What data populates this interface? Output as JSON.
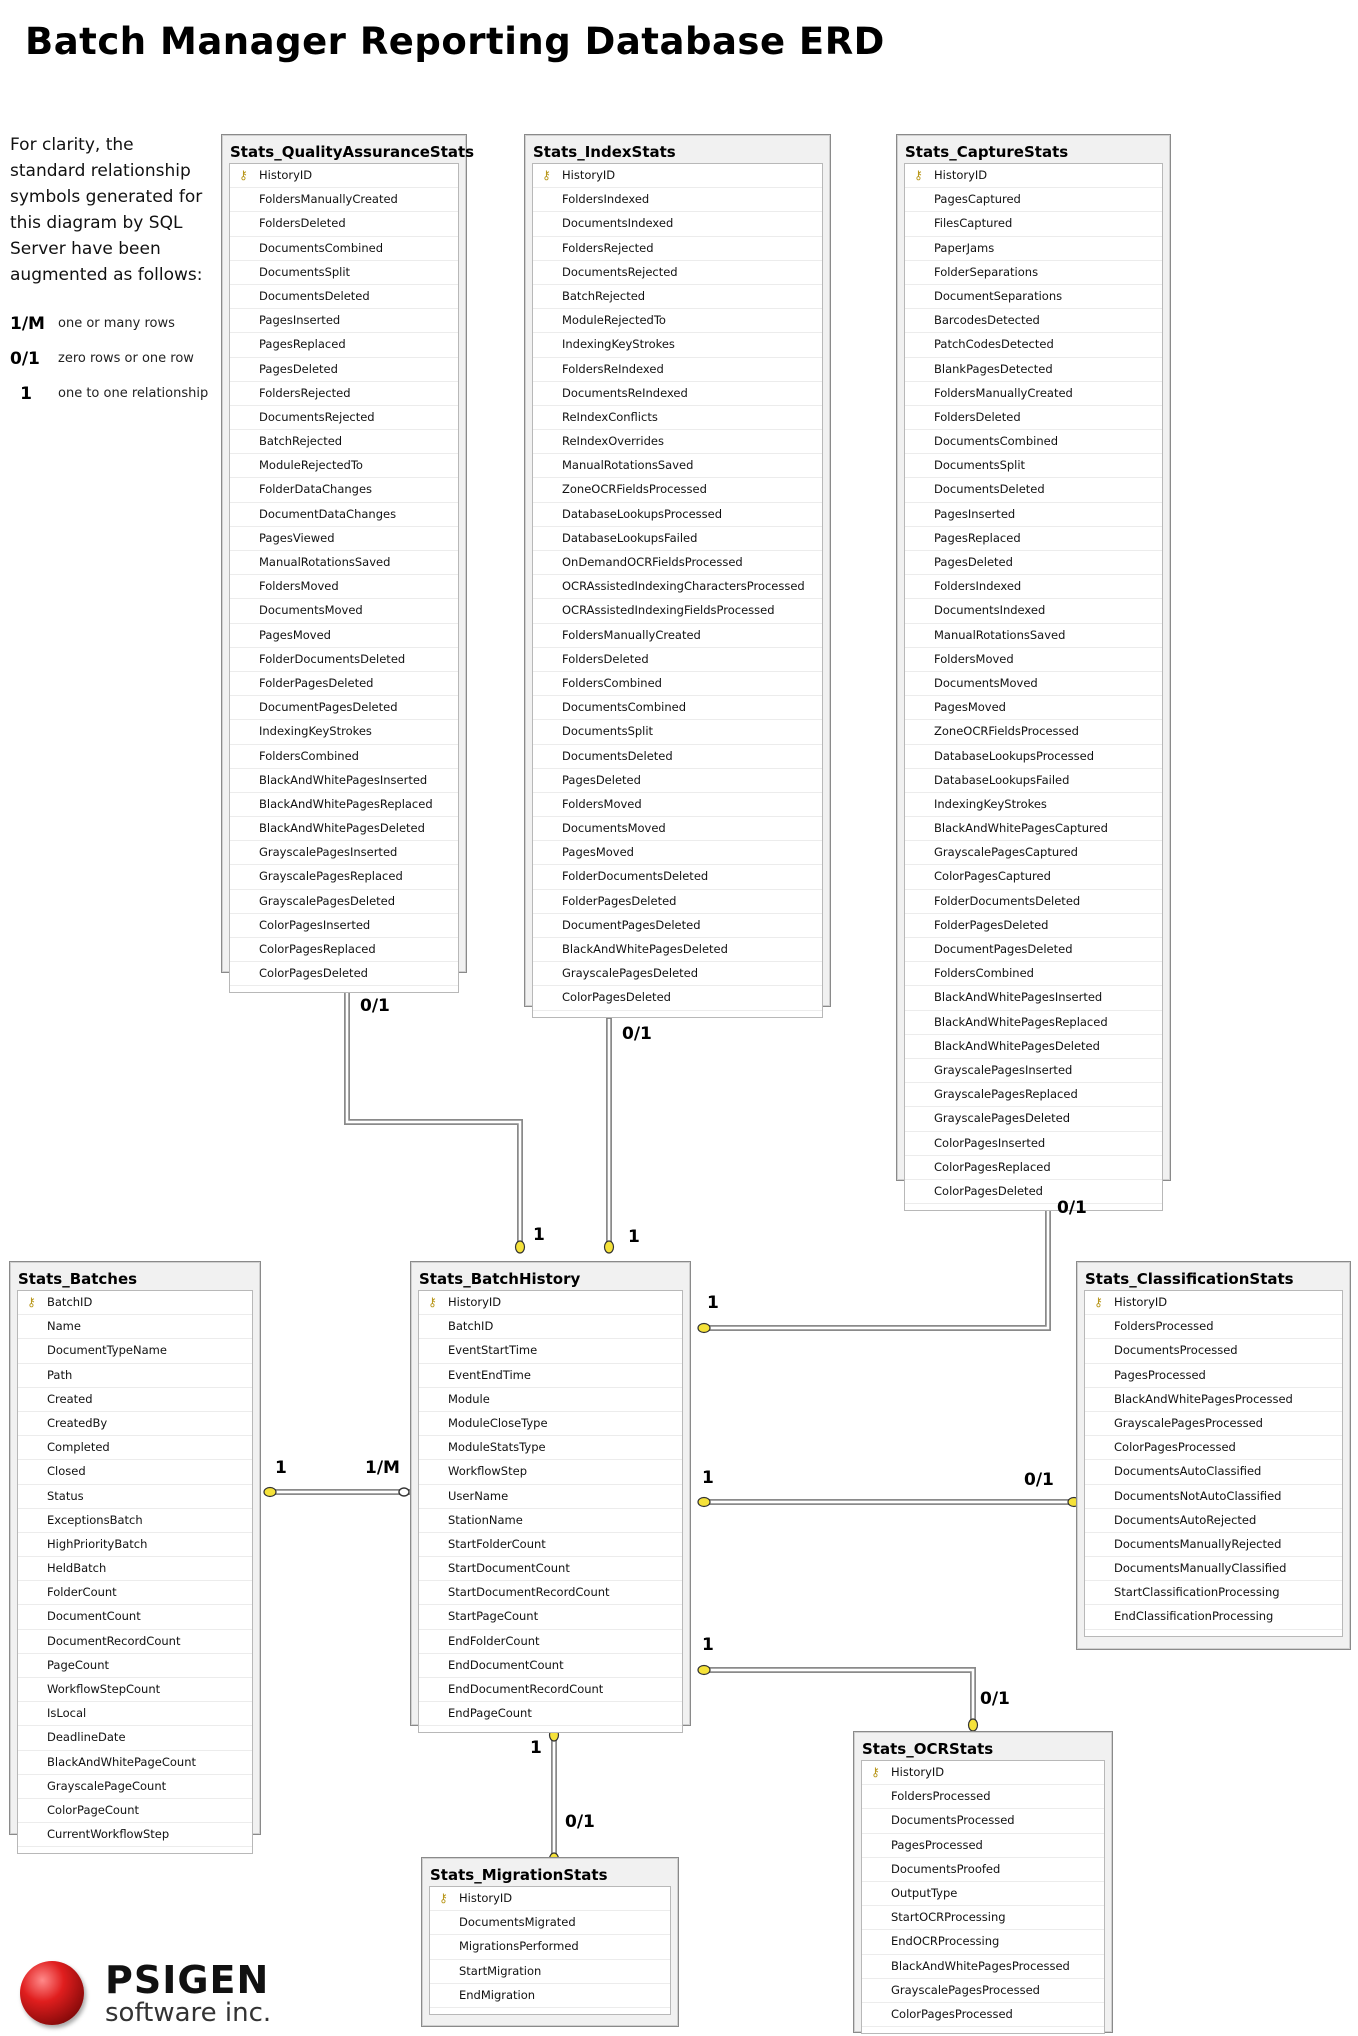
{
  "title": "Batch Manager Reporting Database ERD",
  "legend": {
    "intro": "For clarity, the standard relationship symbols generated for this diagram by SQL Server have been augmented as follows:",
    "items": [
      {
        "symbol": "1/M",
        "description": "one or many rows"
      },
      {
        "symbol": "0/1",
        "description": "zero rows or one row"
      },
      {
        "symbol": "1",
        "description": "one to one relationship"
      }
    ]
  },
  "tables": [
    {
      "id": "qa",
      "name": "Stats_QualityAssuranceStats",
      "columns": [
        "HistoryID",
        "FoldersManuallyCreated",
        "FoldersDeleted",
        "DocumentsCombined",
        "DocumentsSplit",
        "DocumentsDeleted",
        "PagesInserted",
        "PagesReplaced",
        "PagesDeleted",
        "FoldersRejected",
        "DocumentsRejected",
        "BatchRejected",
        "ModuleRejectedTo",
        "FolderDataChanges",
        "DocumentDataChanges",
        "PagesViewed",
        "ManualRotationsSaved",
        "FoldersMoved",
        "DocumentsMoved",
        "PagesMoved",
        "FolderDocumentsDeleted",
        "FolderPagesDeleted",
        "DocumentPagesDeleted",
        "IndexingKeyStrokes",
        "FoldersCombined",
        "BlackAndWhitePagesInserted",
        "BlackAndWhitePagesReplaced",
        "BlackAndWhitePagesDeleted",
        "GrayscalePagesInserted",
        "GrayscalePagesReplaced",
        "GrayscalePagesDeleted",
        "ColorPagesInserted",
        "ColorPagesReplaced",
        "ColorPagesDeleted"
      ]
    },
    {
      "id": "index",
      "name": "Stats_IndexStats",
      "columns": [
        "HistoryID",
        "FoldersIndexed",
        "DocumentsIndexed",
        "FoldersRejected",
        "DocumentsRejected",
        "BatchRejected",
        "ModuleRejectedTo",
        "IndexingKeyStrokes",
        "FoldersReIndexed",
        "DocumentsReIndexed",
        "ReIndexConflicts",
        "ReIndexOverrides",
        "ManualRotationsSaved",
        "ZoneOCRFieldsProcessed",
        "DatabaseLookupsProcessed",
        "DatabaseLookupsFailed",
        "OnDemandOCRFieldsProcessed",
        "OCRAssistedIndexingCharactersProcessed",
        "OCRAssistedIndexingFieldsProcessed",
        "FoldersManuallyCreated",
        "FoldersDeleted",
        "FoldersCombined",
        "DocumentsCombined",
        "DocumentsSplit",
        "DocumentsDeleted",
        "PagesDeleted",
        "FoldersMoved",
        "DocumentsMoved",
        "PagesMoved",
        "FolderDocumentsDeleted",
        "FolderPagesDeleted",
        "DocumentPagesDeleted",
        "BlackAndWhitePagesDeleted",
        "GrayscalePagesDeleted",
        "ColorPagesDeleted"
      ]
    },
    {
      "id": "capture",
      "name": "Stats_CaptureStats",
      "columns": [
        "HistoryID",
        "PagesCaptured",
        "FilesCaptured",
        "PaperJams",
        "FolderSeparations",
        "DocumentSeparations",
        "BarcodesDetected",
        "PatchCodesDetected",
        "BlankPagesDetected",
        "FoldersManuallyCreated",
        "FoldersDeleted",
        "DocumentsCombined",
        "DocumentsSplit",
        "DocumentsDeleted",
        "PagesInserted",
        "PagesReplaced",
        "PagesDeleted",
        "FoldersIndexed",
        "DocumentsIndexed",
        "ManualRotationsSaved",
        "FoldersMoved",
        "DocumentsMoved",
        "PagesMoved",
        "ZoneOCRFieldsProcessed",
        "DatabaseLookupsProcessed",
        "DatabaseLookupsFailed",
        "IndexingKeyStrokes",
        "BlackAndWhitePagesCaptured",
        "GrayscalePagesCaptured",
        "ColorPagesCaptured",
        "FolderDocumentsDeleted",
        "FolderPagesDeleted",
        "DocumentPagesDeleted",
        "FoldersCombined",
        "BlackAndWhitePagesInserted",
        "BlackAndWhitePagesReplaced",
        "BlackAndWhitePagesDeleted",
        "GrayscalePagesInserted",
        "GrayscalePagesReplaced",
        "GrayscalePagesDeleted",
        "ColorPagesInserted",
        "ColorPagesReplaced",
        "ColorPagesDeleted"
      ]
    },
    {
      "id": "batches",
      "name": "Stats_Batches",
      "columns": [
        "BatchID",
        "Name",
        "DocumentTypeName",
        "Path",
        "Created",
        "CreatedBy",
        "Completed",
        "Closed",
        "Status",
        "ExceptionsBatch",
        "HighPriorityBatch",
        "HeldBatch",
        "FolderCount",
        "DocumentCount",
        "DocumentRecordCount",
        "PageCount",
        "WorkflowStepCount",
        "IsLocal",
        "DeadlineDate",
        "BlackAndWhitePageCount",
        "GrayscalePageCount",
        "ColorPageCount",
        "CurrentWorkflowStep"
      ]
    },
    {
      "id": "history",
      "name": "Stats_BatchHistory",
      "columns": [
        "HistoryID",
        "BatchID",
        "EventStartTime",
        "EventEndTime",
        "Module",
        "ModuleCloseType",
        "ModuleStatsType",
        "WorkflowStep",
        "UserName",
        "StationName",
        "StartFolderCount",
        "StartDocumentCount",
        "StartDocumentRecordCount",
        "StartPageCount",
        "EndFolderCount",
        "EndDocumentCount",
        "EndDocumentRecordCount",
        "EndPageCount"
      ]
    },
    {
      "id": "classification",
      "name": "Stats_ClassificationStats",
      "columns": [
        "HistoryID",
        "FoldersProcessed",
        "DocumentsProcessed",
        "PagesProcessed",
        "BlackAndWhitePagesProcessed",
        "GrayscalePagesProcessed",
        "ColorPagesProcessed",
        "DocumentsAutoClassified",
        "DocumentsNotAutoClassified",
        "DocumentsAutoRejected",
        "DocumentsManuallyRejected",
        "DocumentsManuallyClassified",
        "StartClassificationProcessing",
        "EndClassificationProcessing"
      ]
    },
    {
      "id": "ocr",
      "name": "Stats_OCRStats",
      "columns": [
        "HistoryID",
        "FoldersProcessed",
        "DocumentsProcessed",
        "PagesProcessed",
        "DocumentsProofed",
        "OutputType",
        "StartOCRProcessing",
        "EndOCRProcessing",
        "BlackAndWhitePagesProcessed",
        "GrayscalePagesProcessed",
        "ColorPagesProcessed"
      ]
    },
    {
      "id": "migration",
      "name": "Stats_MigrationStats",
      "columns": [
        "HistoryID",
        "DocumentsMigrated",
        "MigrationsPerformed",
        "StartMigration",
        "EndMigration"
      ]
    }
  ],
  "cardinalities": [
    {
      "id": "qa_top",
      "label": "0/1"
    },
    {
      "id": "qa_bottom",
      "label": "1"
    },
    {
      "id": "index_top",
      "label": "0/1"
    },
    {
      "id": "index_bottom",
      "label": "1"
    },
    {
      "id": "capture_top",
      "label": "0/1"
    },
    {
      "id": "capture_hist",
      "label": "1"
    },
    {
      "id": "batches_side",
      "label": "1"
    },
    {
      "id": "batches_hist",
      "label": "1/M"
    },
    {
      "id": "class_hist",
      "label": "1"
    },
    {
      "id": "class_side",
      "label": "0/1"
    },
    {
      "id": "ocr_hist",
      "label": "1"
    },
    {
      "id": "ocr_side",
      "label": "0/1"
    },
    {
      "id": "mig_hist",
      "label": "1"
    },
    {
      "id": "mig_side",
      "label": "0/1"
    }
  ],
  "logo": {
    "name": "PSIGEN",
    "subtitle": "software inc."
  }
}
